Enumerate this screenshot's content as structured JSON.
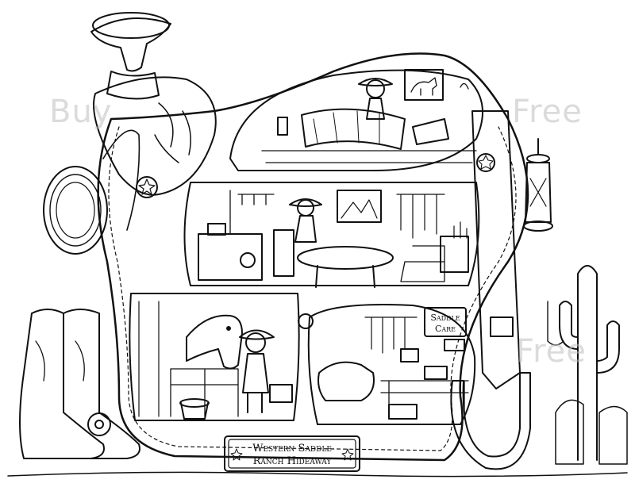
{
  "sign": {
    "line1": "Western Saddle",
    "line2": "Ranch Hideaway"
  },
  "saddle_care_label": {
    "line1": "Saddle",
    "line2": "Care"
  },
  "watermarks": [
    "Buy",
    "Free",
    "Free"
  ],
  "colors": {
    "ink": "#111111",
    "paper": "#ffffff",
    "watermark": "#bebebe"
  }
}
